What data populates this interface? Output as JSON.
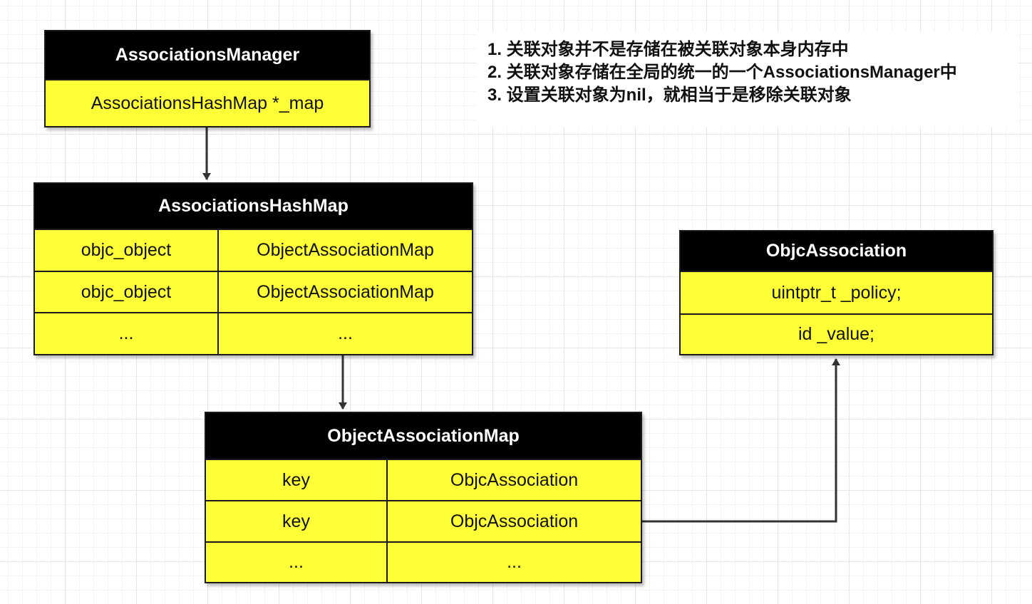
{
  "notes": [
    "1. 关联对象并不是存储在被关联对象本身内存中",
    "2. 关联对象存储在全局的统一的一个AssociationsManager中",
    "3. 设置关联对象为nil，就相当于是移除关联对象"
  ],
  "associations_manager": {
    "title": "AssociationsManager",
    "field": "AssociationsHashMap *_map"
  },
  "associations_hash_map": {
    "title": "AssociationsHashMap",
    "rows": [
      [
        "objc_object",
        "ObjectAssociationMap"
      ],
      [
        "objc_object",
        "ObjectAssociationMap"
      ],
      [
        "...",
        "..."
      ]
    ]
  },
  "object_association_map": {
    "title": "ObjectAssociationMap",
    "rows": [
      [
        "key",
        "ObjcAssociation"
      ],
      [
        "key",
        "ObjcAssociation"
      ],
      [
        "...",
        "..."
      ]
    ]
  },
  "objc_association": {
    "title": "ObjcAssociation",
    "fields": [
      "uintptr_t _policy;",
      "id _value;"
    ]
  },
  "colors": {
    "box_fill": "#ffff38",
    "header_fill": "#000000",
    "connector": "#333333"
  }
}
